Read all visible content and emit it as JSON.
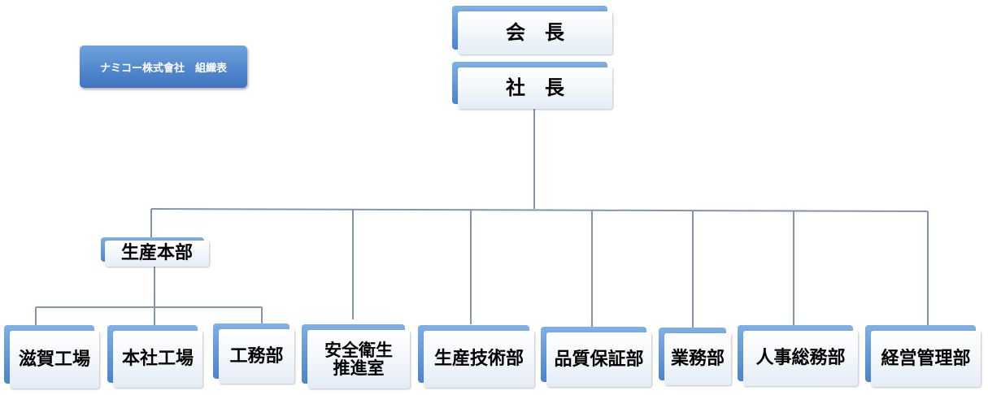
{
  "title": "ナミコー株式會社　組織表",
  "chairman": "会　長",
  "president": "社　長",
  "production_hq": "生産本部",
  "factories": [
    "滋賀工場",
    "本社工場",
    "工務部"
  ],
  "departments": [
    "安全衛生\n推進室",
    "生産技術部",
    "品質保証部",
    "業務部",
    "人事総務部",
    "経営管理部"
  ],
  "colors": {
    "connector": "#8595ad",
    "accent": "#4f86cc",
    "box_face": "#ffffff"
  }
}
